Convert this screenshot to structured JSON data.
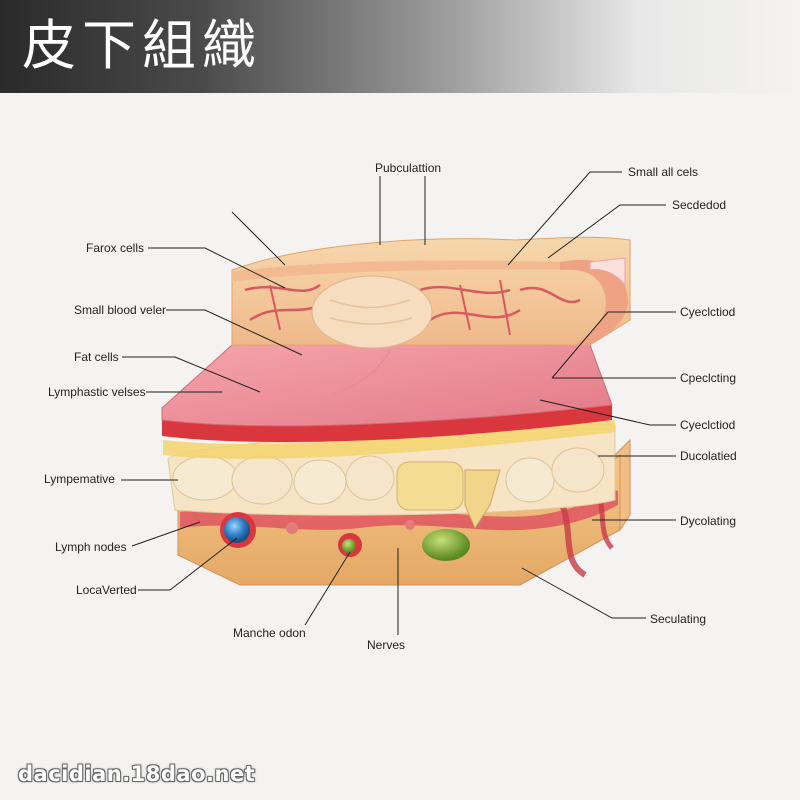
{
  "title": "皮下組織",
  "labels": {
    "pubculattion": "Pubculattion",
    "small_all_cells": "Small all cels",
    "secdedod": "Secdedod",
    "farox_cells": "Farox cells",
    "small_blood_veler": "Small blood veler",
    "fat_cells": "Fat cells",
    "lymphastic_velses": "Lymphastic velses",
    "cyeclctiod_1": "Cyeclctiod",
    "cpeclcting": "Cpeclcting",
    "cyeclctiod_2": "Cyeclctiod",
    "ducolatied": "Ducolatied",
    "lympemative": "Lympemative",
    "dycolating": "Dycolating",
    "lymph_nodes": "Lymph nodes",
    "locaverted": "LocaVerted",
    "seculating": "Seculating",
    "manche_odon": "Manche odon",
    "nerves": "Nerves"
  },
  "watermark": "dacidian.18dao.net"
}
